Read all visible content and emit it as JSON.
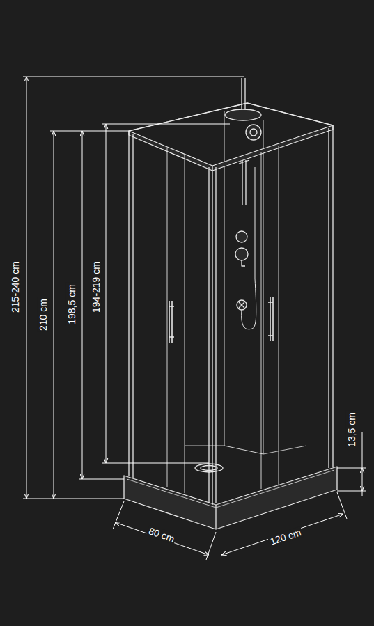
{
  "diagram": {
    "labels": [
      "215-240 cm",
      "210 cm",
      "198,5 cm",
      "194-219 cm",
      "13,5 cm",
      "80 cm",
      "120 cm"
    ]
  }
}
